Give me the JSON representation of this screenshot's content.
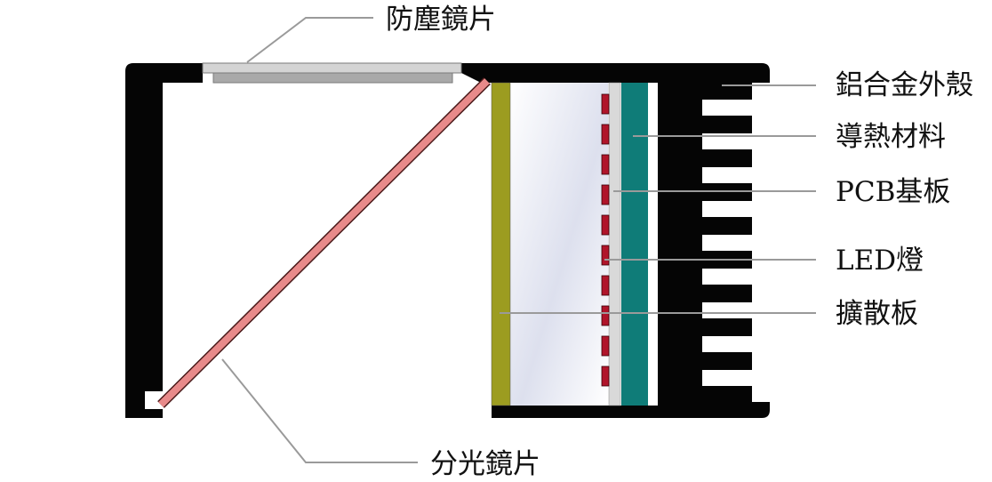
{
  "labels": {
    "dust_lens": "防塵鏡片",
    "aluminum_housing": "鋁合金外殼",
    "thermal_material": "導熱材料",
    "pcb_board": "PCB基板",
    "led_lamp": "LED燈",
    "diffuser": "擴散板",
    "beam_splitter": "分光鏡片"
  },
  "colors": {
    "housing": "#050505",
    "dust_lens_top": "#d4d4d4",
    "dust_lens_bottom": "#a9a9a9",
    "beam_splitter": "#e88a8a",
    "diffuser": "#9c9c20",
    "thermal": "#0f7c78",
    "pcb": "#d9d9d9",
    "led": "#b0142a",
    "leader": "#9a9a9a"
  }
}
